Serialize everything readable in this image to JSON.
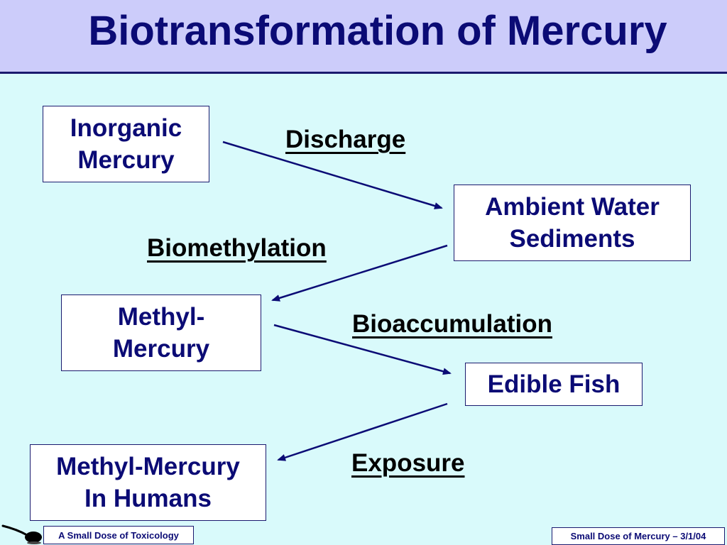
{
  "slide": {
    "title": "Biotransformation of Mercury"
  },
  "nodes": {
    "inorganic": "Inorganic\nMercury",
    "ambient": "Ambient Water\nSediments",
    "methyl": "Methyl-\nMercury",
    "fish": "Edible Fish",
    "humans": "Methyl-Mercury\nIn Humans"
  },
  "processes": {
    "discharge": "Discharge",
    "biomethylation": "Biomethylation",
    "bioaccumulation": "Bioaccumulation",
    "exposure": "Exposure"
  },
  "footer": {
    "left": "A Small Dose of Toxicology",
    "right": "Small Dose of Mercury – 3/1/04"
  },
  "colors": {
    "background": "#d9fafb",
    "header": "#ccccfa",
    "text": "#0b0b75"
  }
}
